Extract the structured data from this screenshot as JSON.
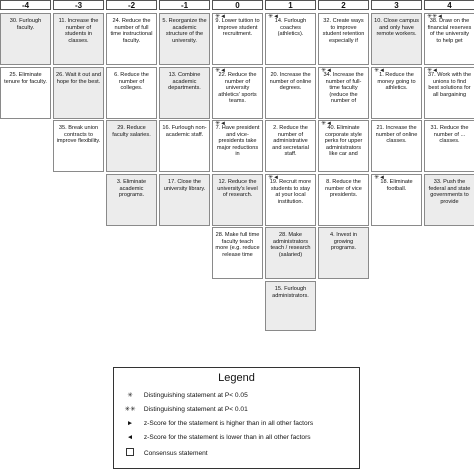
{
  "headers": [
    "-4",
    "-3",
    "-2",
    "-1",
    "0",
    "1",
    "2",
    "3",
    "4"
  ],
  "columns": [
    [
      {
        "text": "30. Furlough faculty.",
        "consensus": true,
        "marks": ""
      },
      {
        "text": "25. Eliminate tenure for faculty.",
        "consensus": false,
        "marks": ""
      }
    ],
    [
      {
        "text": "11. Increase the number of students in classes.",
        "consensus": true,
        "marks": ""
      },
      {
        "text": "26. Wait it out and hope for the best.",
        "consensus": true,
        "marks": ""
      },
      {
        "text": "35. Break union contracts to improve flexibility.",
        "consensus": false,
        "marks": ""
      }
    ],
    [
      {
        "text": "24. Reduce the number of full time instructional faculty.",
        "consensus": false,
        "marks": ""
      },
      {
        "text": "6. Reduce the number of colleges.",
        "consensus": false,
        "marks": ""
      },
      {
        "text": "29. Reduce faculty salaries.",
        "consensus": true,
        "marks": ""
      },
      {
        "text": "3. Eliminate academic programs.",
        "consensus": true,
        "marks": ""
      }
    ],
    [
      {
        "text": "5. Reorganize the academic structure of the university.",
        "consensus": true,
        "marks": ""
      },
      {
        "text": "13. Combine academic departments.",
        "consensus": true,
        "marks": ""
      },
      {
        "text": "16. Furlough non-academic staff.",
        "consensus": false,
        "marks": ""
      },
      {
        "text": "17. Close the university library.",
        "consensus": true,
        "marks": ""
      }
    ],
    [
      {
        "text": "9. Lower tuition to improve student recruitment.",
        "consensus": false,
        "marks": "✳◄"
      },
      {
        "text": "22. Reduce the number of university athletics' sports teams.",
        "consensus": false,
        "marks": "✳◄"
      },
      {
        "text": "7. Have president and vice-presidents take major reductions in",
        "consensus": false,
        "marks": "✳◄"
      },
      {
        "text": "12. Reduce the university's level of research.",
        "consensus": true,
        "marks": ""
      },
      {
        "text": "28. Make full time faculty teach more (e.g. reduce release time",
        "consensus": false,
        "marks": ""
      }
    ],
    [
      {
        "text": "14. Furlough coaches (athletics).",
        "consensus": false,
        "marks": "✳◄"
      },
      {
        "text": "20. Increase the number of online degrees.",
        "consensus": false,
        "marks": ""
      },
      {
        "text": "2. Reduce the number of administrative and secretarial staff.",
        "consensus": false,
        "marks": ""
      },
      {
        "text": "19. Recruit more students to stay at your local institution.",
        "consensus": false,
        "marks": "✳◄"
      },
      {
        "text": "28. Make administrators teach / research (salaried)",
        "consensus": true,
        "marks": ""
      },
      {
        "text": "15. Furlough administrators.",
        "consensus": true,
        "marks": ""
      }
    ],
    [
      {
        "text": "32. Create ways to improve student retention especially if",
        "consensus": false,
        "marks": ""
      },
      {
        "text": "34. Increase the number of full-time faculty (reduce the number of",
        "consensus": false,
        "marks": "✳◄"
      },
      {
        "text": "40. Eliminate corporate style perks for upper administrators like car and",
        "consensus": false,
        "marks": "✳◄"
      },
      {
        "text": "8. Reduce the number of vice presidents.",
        "consensus": false,
        "marks": ""
      },
      {
        "text": "4. Invest in growing programs.",
        "consensus": true,
        "marks": ""
      }
    ],
    [
      {
        "text": "10. Close campus and only have remote workers.",
        "consensus": true,
        "marks": ""
      },
      {
        "text": "1. Reduce the money going to athletics.",
        "consensus": false,
        "marks": "✳◄"
      },
      {
        "text": "21. Increase the number of online classes.",
        "consensus": false,
        "marks": ""
      },
      {
        "text": "18. Eliminate football.",
        "consensus": false,
        "marks": "✳◄"
      }
    ],
    [
      {
        "text": "38. Draw on the financial reserves of the university to help get",
        "consensus": false,
        "marks": "✳✳◄"
      },
      {
        "text": "37. Work with the unions to find best solutions for all bargaining",
        "consensus": false,
        "marks": "✳◄"
      },
      {
        "text": "31. Reduce the number of ... classes.",
        "consensus": false,
        "marks": ""
      },
      {
        "text": "33. Push the federal and state governments to provide",
        "consensus": true,
        "marks": ""
      }
    ]
  ],
  "legend": {
    "title": "Legend",
    "items": [
      {
        "symbol": "✳",
        "label": "Distinguishing statement at P< 0.05",
        "icon": "single-asterisk-icon"
      },
      {
        "symbol": "✳✳",
        "label": "Distinguishing statement at P< 0.01",
        "icon": "double-asterisk-icon"
      },
      {
        "symbol": "►",
        "label": "z-Score for the statement is higher than in all other factors",
        "icon": "right-triangle-icon"
      },
      {
        "symbol": "◄",
        "label": "z-Score for the statement is lower than in all other factors",
        "icon": "left-triangle-icon"
      },
      {
        "symbol": "",
        "label": "Consensus statement",
        "icon": "square-icon"
      }
    ]
  }
}
